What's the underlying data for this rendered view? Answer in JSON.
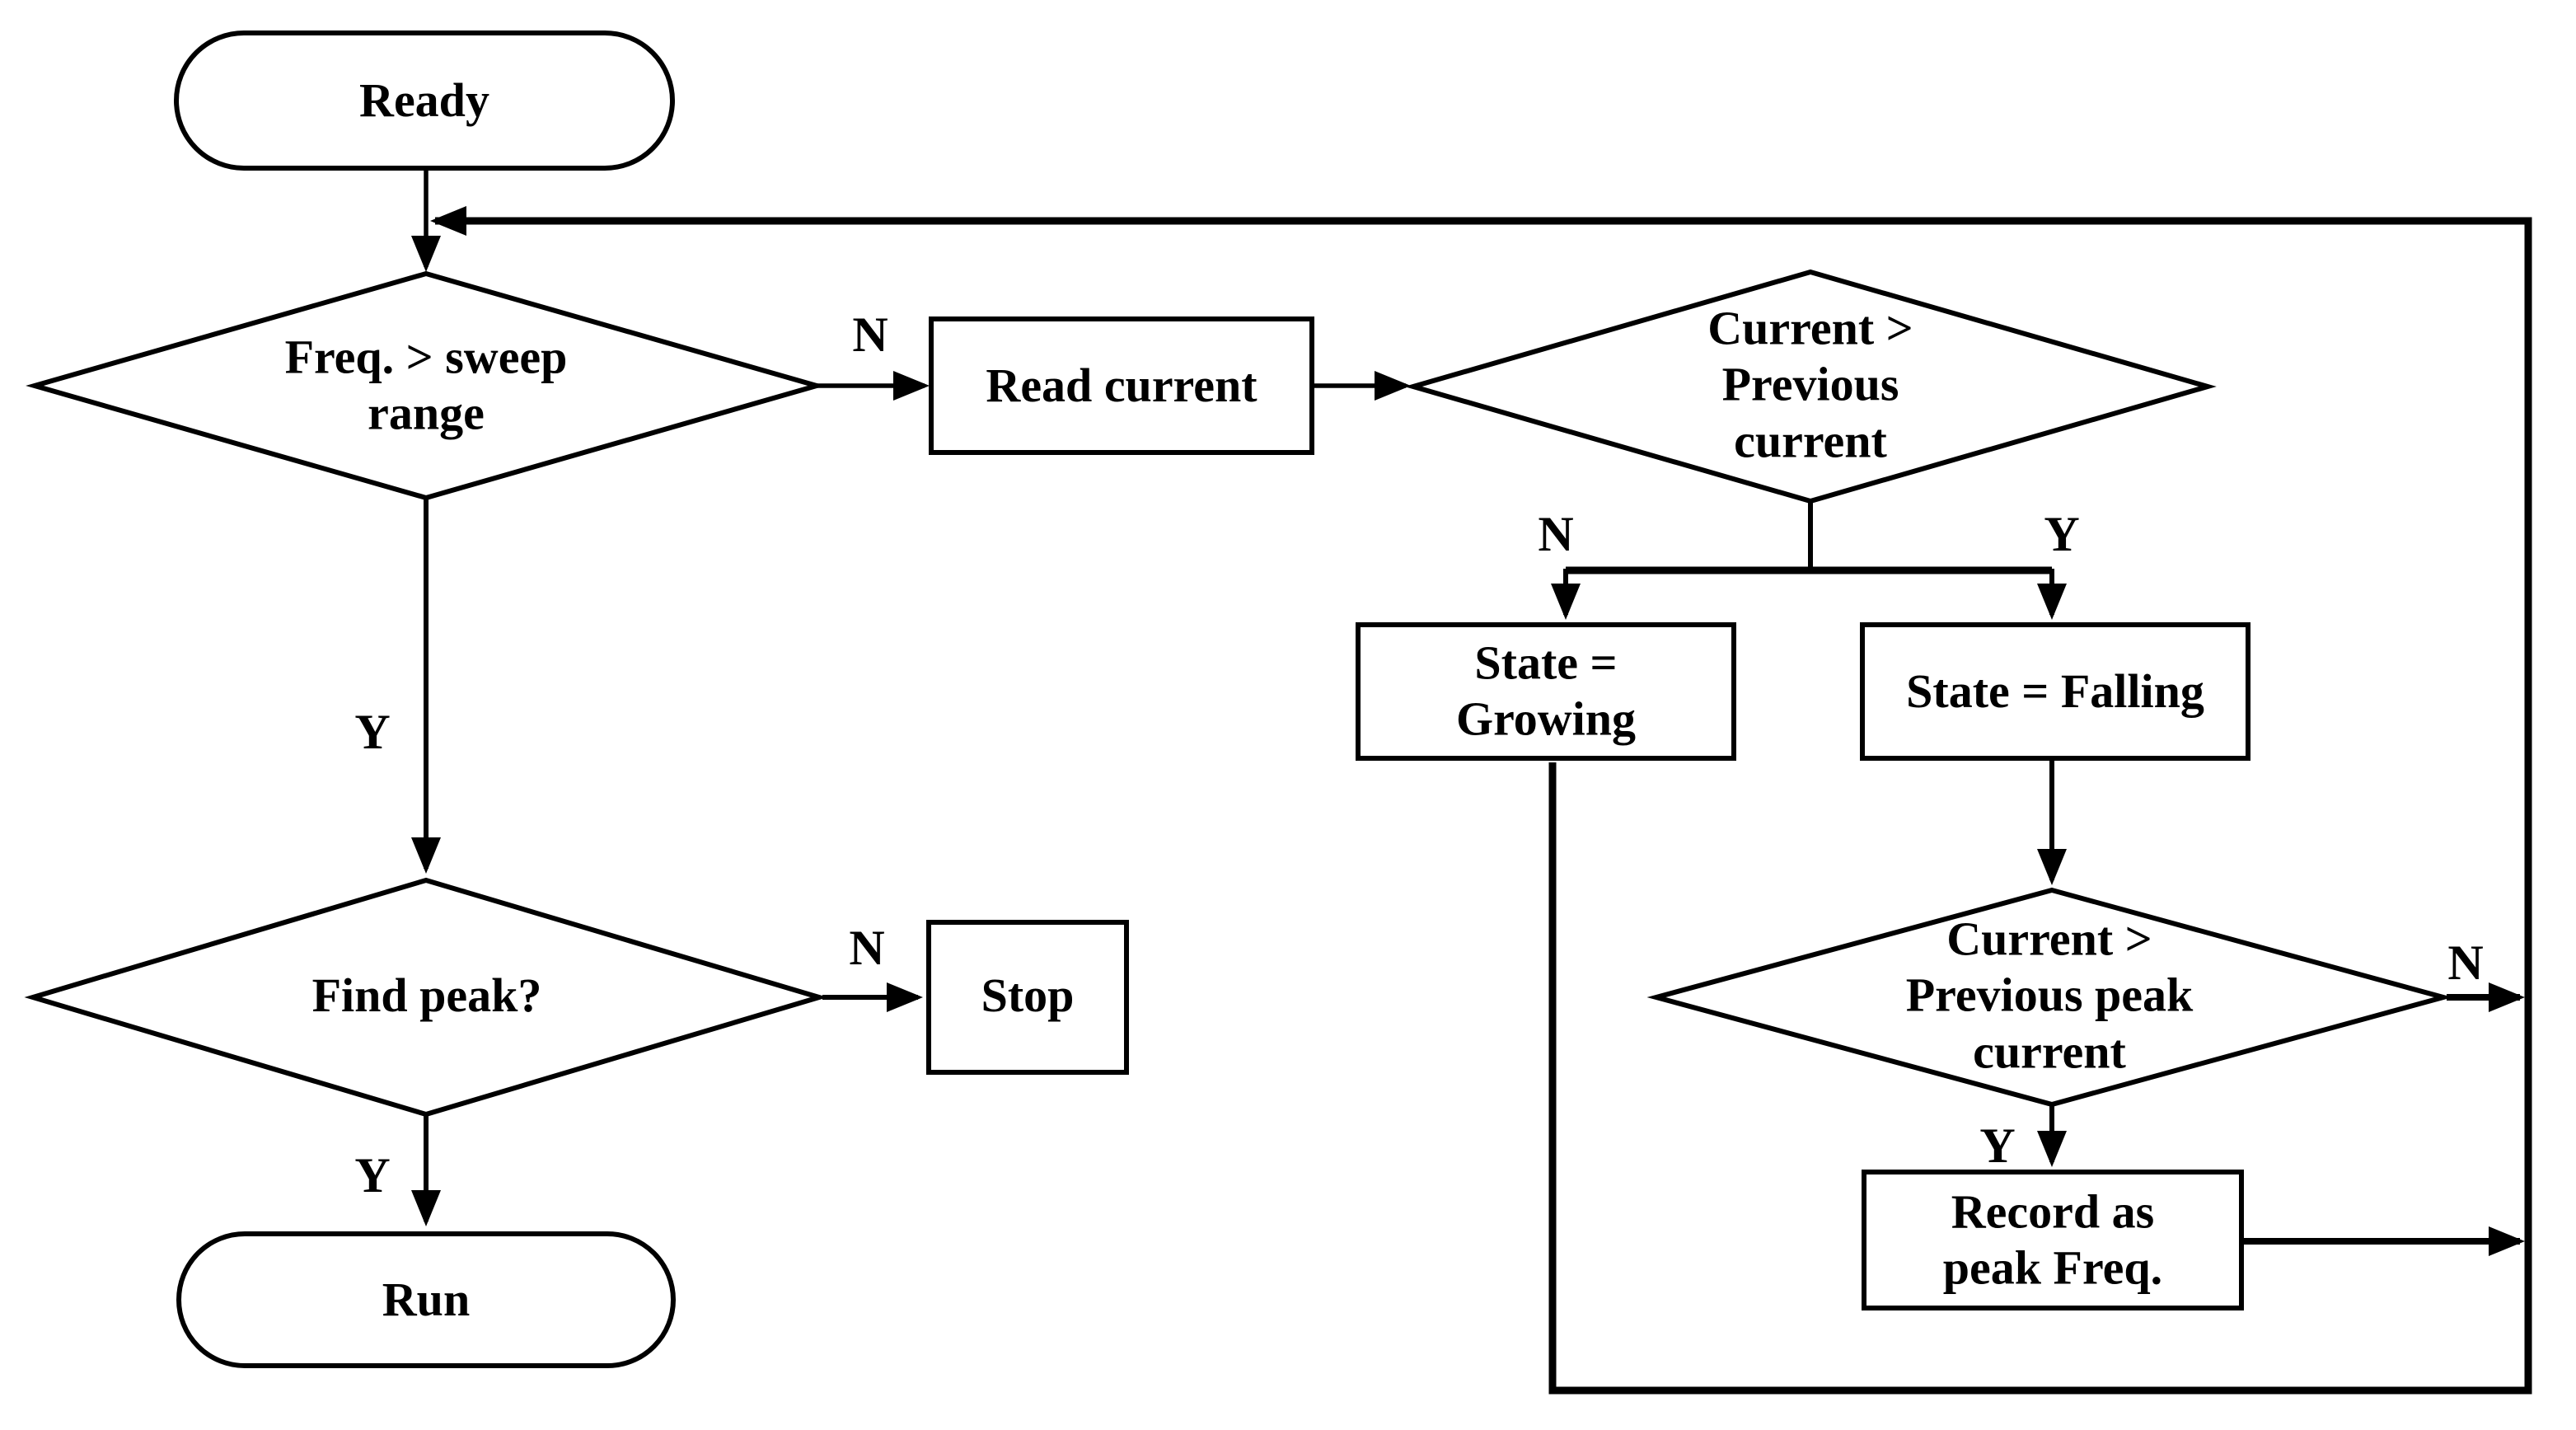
{
  "canvas": {
    "background": "#ffffff",
    "stroke": "#000000"
  },
  "nodes": {
    "ready": {
      "label": "Ready",
      "shape": "terminator"
    },
    "freq_gt_sweep": {
      "label": "Freq. > sweep\nrange",
      "shape": "decision"
    },
    "read_current": {
      "label": "Read current",
      "shape": "process"
    },
    "current_gt_previous": {
      "label": "Current >\nPrevious\ncurrent",
      "shape": "decision"
    },
    "state_growing": {
      "label": "State =\nGrowing",
      "shape": "process"
    },
    "state_falling": {
      "label": "State = Falling",
      "shape": "process"
    },
    "current_gt_peak": {
      "label": "Current >\nPrevious peak\ncurrent",
      "shape": "decision"
    },
    "record_peak": {
      "label": "Record as\npeak Freq.",
      "shape": "process"
    },
    "find_peak": {
      "label": "Find peak?",
      "shape": "decision"
    },
    "stop": {
      "label": "Stop",
      "shape": "process"
    },
    "run": {
      "label": "Run",
      "shape": "terminator"
    }
  },
  "edge_labels": {
    "freq_no": "N",
    "freq_yes": "Y",
    "current_no": "N",
    "current_yes": "Y",
    "peak_no": "N",
    "peak_yes": "Y",
    "find_no": "N",
    "find_yes": "Y"
  }
}
